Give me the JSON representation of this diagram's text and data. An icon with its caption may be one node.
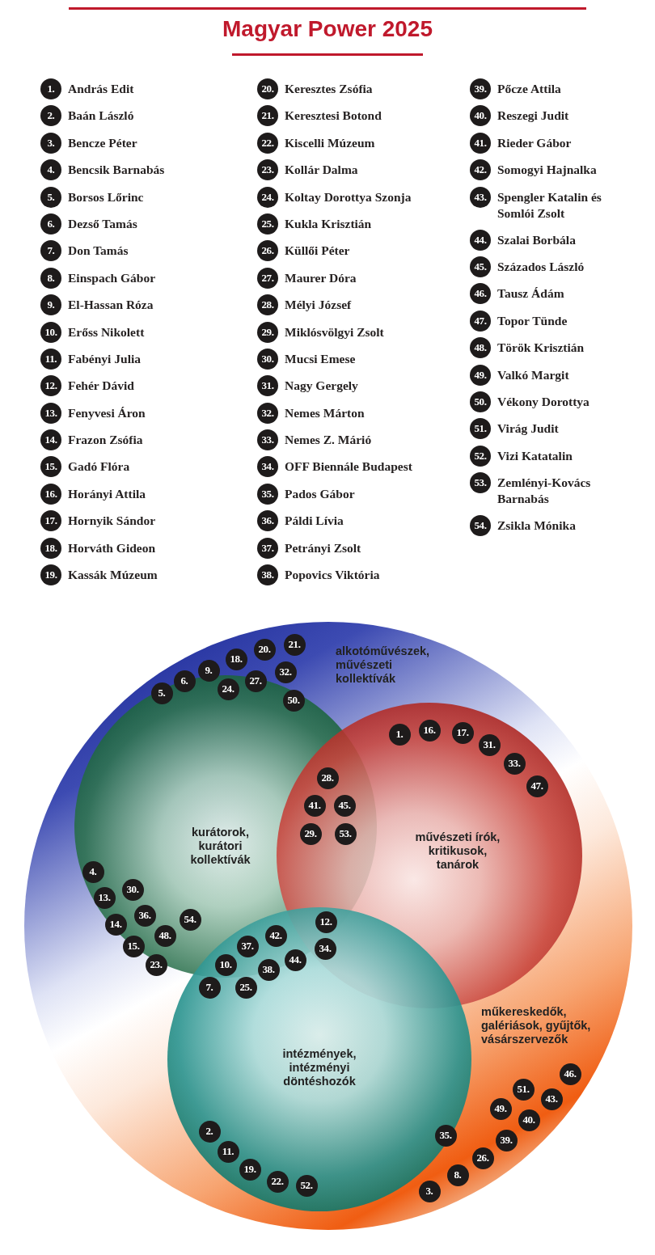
{
  "diagram": {
    "title": "Magyar Power 2025",
    "nodes": [
      {
        "text": [
          "alkotóművészek, művészeti kollektívák",
          "műkereskedők, galériások, gyűjtők, vásárszervezők"
        ]
      },
      {
        "text": [
          "kurátorok, kurátori kollektívák"
        ],
        "in": 0
      },
      {
        "text": [
          "művészeti írók, kritikusok, tanárok"
        ],
        "in": 0
      },
      {
        "text": [
          "intézmények, intézményi döntéshozók"
        ],
        "in": 0
      }
    ],
    "labels": [
      "1.",
      "András Edit",
      "2.",
      "Baán László",
      "3.",
      "Bencze Péter",
      "4.",
      "Bencsik Barnabás",
      "5.",
      "Borsos Lőrinc",
      "6.",
      "Dezső Tamás",
      "7.",
      "Don Tamás",
      "8.",
      "Einspach Gábor",
      "9.",
      "El-Hassan Róza",
      "10.",
      "Erőss Nikolett",
      "11.",
      "Fabényi Julia",
      "12.",
      "Fehér Dávid",
      "13.",
      "Fenyvesi Áron",
      "14.",
      "Frazon Zsófia",
      "15.",
      "Gadó Flóra",
      "16.",
      "Horányi Attila",
      "17.",
      "Hornyik Sándor",
      "18.",
      "Horváth Gideon",
      "19.",
      "Kassák Múzeum",
      "20.",
      "Keresztes Zsófia",
      "21.",
      "Keresztesi Botond",
      "22.",
      "Kiscelli Múzeum",
      "23.",
      "Kollár Dalma",
      "24.",
      "Koltay Dorottya Szonja",
      "25.",
      "Kukla Krisztián",
      "26.",
      "Küllői Péter",
      "27.",
      "Maurer Dóra",
      "28.",
      "Mélyi József",
      "29.",
      "Miklósvölgyi Zsolt",
      "30.",
      "Mucsi Emese",
      "31.",
      "Nagy Gergely",
      "32.",
      "Nemes Márton",
      "33.",
      "Nemes Z. Márió",
      "34.",
      "OFF Biennále Budapest",
      "35.",
      "Pados Gábor",
      "36.",
      "Páldi Lívia",
      "37.",
      "Petrányi Zsolt",
      "38.",
      "Popovics Viktória",
      "39.",
      "Pőcze Attila",
      "40.",
      "Reszegi Judit",
      "41.",
      "Rieder Gábor",
      "42.",
      "Somogyi Hajnalka",
      "43.",
      "Spengler Katalin és Somlói Zsolt",
      "44.",
      "Szalai Borbála",
      "45.",
      "Százados László",
      "46.",
      "Tausz Ádám",
      "47.",
      "Topor Tünde",
      "48.",
      "Török Krisztián",
      "49.",
      "Valkó Margit",
      "50.",
      "Vékony Dorottya",
      "51.",
      "Virág Judit",
      "52.",
      "Vizi Katatalin",
      "53.",
      "Zemlényi-Kovács Barnabás",
      "54.",
      "Zsikla Mónika",
      "21.",
      "20.",
      "18.",
      "9.",
      "32.",
      "6.",
      "27.",
      "24.",
      "5.",
      "50.",
      "1.",
      "16.",
      "17.",
      "31.",
      "33.",
      "47.",
      "28.",
      "41.",
      "45.",
      "29.",
      "53.",
      "4.",
      "30.",
      "13.",
      "36.",
      "54.",
      "14.",
      "12.",
      "48.",
      "42.",
      "15.",
      "37.",
      "34.",
      "44.",
      "23.",
      "10.",
      "38.",
      "7.",
      "25.",
      "46.",
      "51.",
      "43.",
      "49.",
      "40.",
      "35.",
      "39.",
      "2.",
      "11.",
      "26.",
      "19.",
      "8.",
      "22.",
      "52.",
      "3."
    ]
  }
}
